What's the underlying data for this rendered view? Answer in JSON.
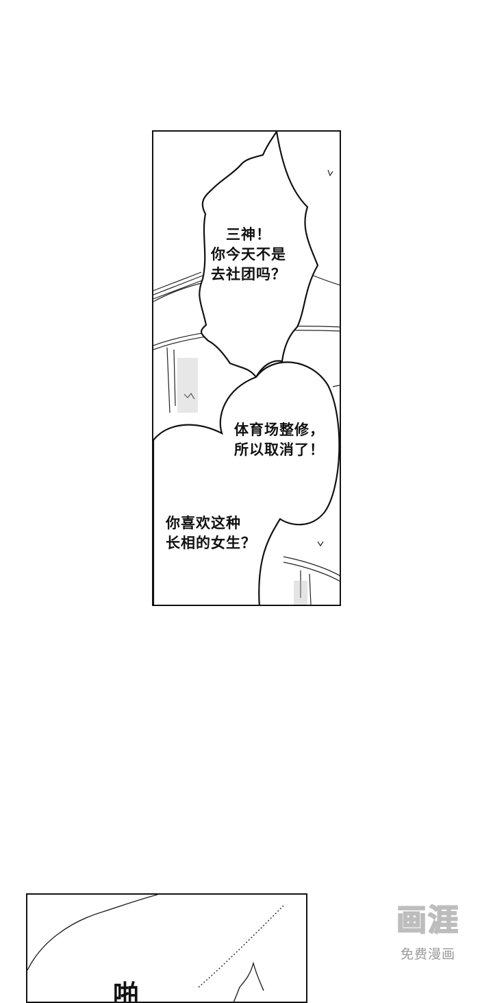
{
  "panel1": {
    "bubble_top": [
      "三神！",
      "你今天不是",
      "去社团吗？"
    ],
    "bubble_middle": [
      "体育场整修，",
      "所以取消了！"
    ],
    "bubble_bottom": [
      "你喜欢这种",
      "长相的女生？"
    ]
  },
  "panel2": {
    "sound_effect": "啪"
  },
  "watermark": {
    "logo": "画涯",
    "subtitle": "免费漫画"
  }
}
